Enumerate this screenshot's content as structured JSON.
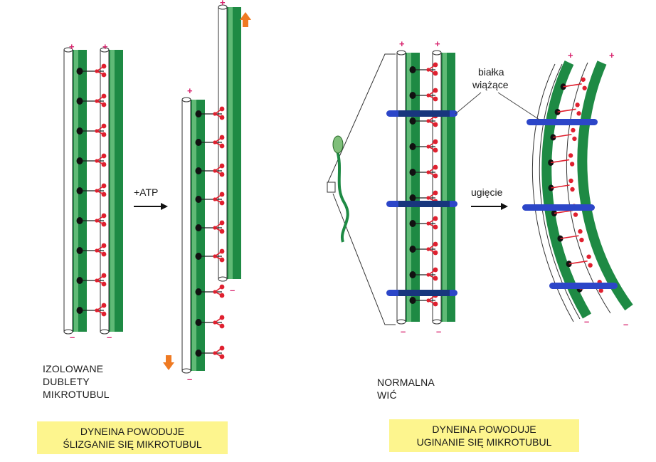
{
  "labels": {
    "plus": "+",
    "minus": "–",
    "atp": "+ATP",
    "bending": "ugięcie",
    "binding_proteins": [
      "białka",
      "wiążące"
    ]
  },
  "captions": {
    "isolated": [
      "IZOLOWANE",
      "DUBLETY",
      "MIKROTUBUL"
    ],
    "normal": [
      "NORMALNA",
      "WIĆ"
    ]
  },
  "boxes": {
    "sliding": [
      "DYNEINA POWODUJE",
      "ŚLIZGANIE SIĘ MIKROTUBUL"
    ],
    "bending": [
      "DYNEINA POWODUJE",
      "UGINANIE SIĘ MIKROTUBUL"
    ]
  },
  "colors": {
    "microtubule_green": "#1e8a44",
    "dynein_red": "#e0202f",
    "nexin_blue": "#2c46c8",
    "arrow_orange": "#ef7a22",
    "box_yellow": "#fdf58e",
    "plus_magenta": "#d8246e"
  }
}
